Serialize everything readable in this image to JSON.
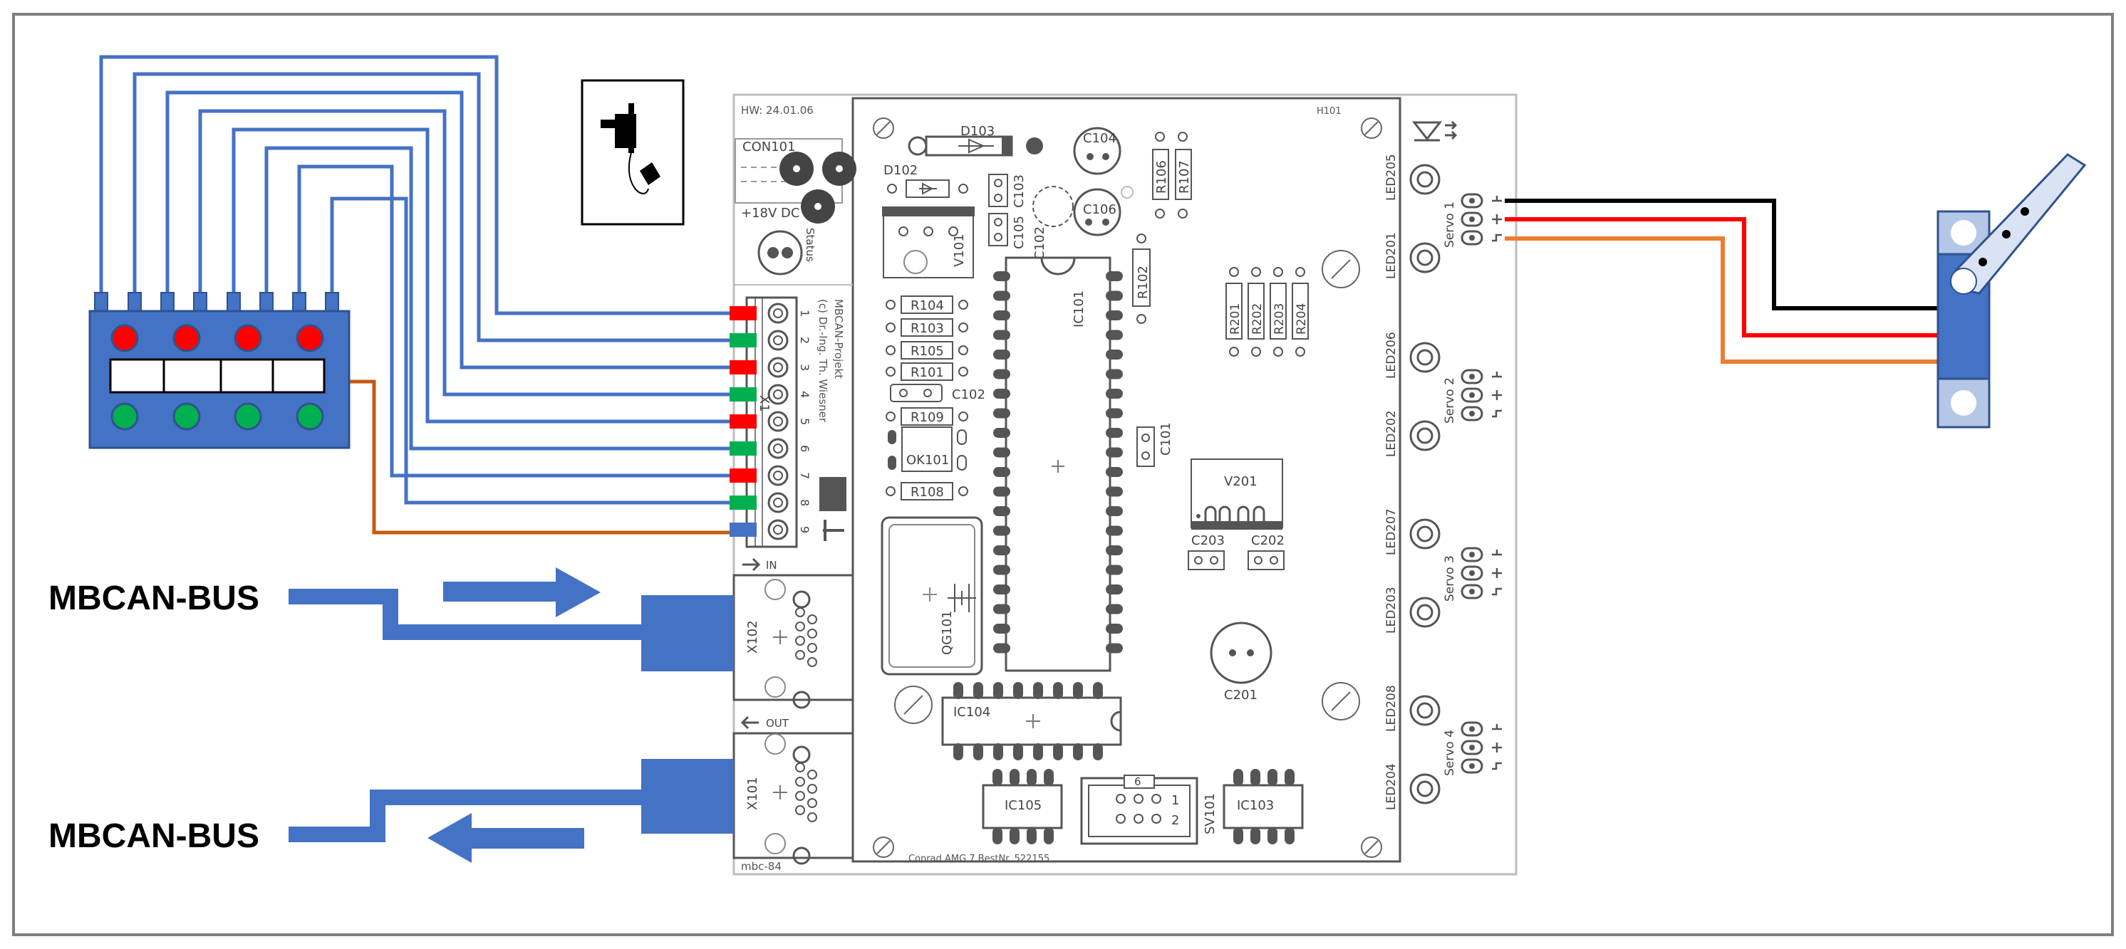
{
  "diagram": {
    "bus_in_label": "MBCAN-BUS",
    "bus_out_label": "MBCAN-BUS",
    "pcb": {
      "hw_version": "HW: 24.01.06",
      "board_id": "H101",
      "footer": "Conrad AMG 7 BestNr. 522155",
      "board_tag": "mbc-84",
      "project_line1": "MBCAN-Projekt",
      "project_line2": "(c) Dr.-Ing. Th. Wiesner",
      "power_label": "+18V DC",
      "status_label": "Status",
      "in_label": "IN",
      "out_label": "OUT",
      "terminal_numbers": [
        "1",
        "2",
        "3",
        "4",
        "5",
        "6",
        "7",
        "8",
        "9"
      ],
      "components": {
        "con101": "CON101",
        "d102": "D102",
        "d103": "D103",
        "c102": "C102",
        "c103": "C103",
        "c104": "C104",
        "c105": "C105",
        "c106": "C106",
        "r106": "R106",
        "r107": "R107",
        "r102": "R102",
        "v101": "V101",
        "r104": "R104",
        "r103": "R103",
        "r105": "R105",
        "r101": "R101",
        "c102b": "C102",
        "r109": "R109",
        "ok101": "OK101",
        "r108": "R108",
        "ic101": "IC101",
        "c101": "C101",
        "qg101": "QG101",
        "ic104": "IC104",
        "ic105": "IC105",
        "sv101": "SV101",
        "sv_pin6": "6",
        "sv_pin1": "1",
        "sv_pin2": "2",
        "ic103": "IC103",
        "x102": "X102",
        "x101": "X101",
        "r201": "R201",
        "r202": "R202",
        "r203": "R203",
        "r204": "R204",
        "v201": "V201",
        "c203": "C203",
        "c202": "C202",
        "c201": "C201"
      },
      "leds": [
        "LED205",
        "LED201",
        "LED206",
        "LED202",
        "LED207",
        "LED203",
        "LED208",
        "LED204"
      ],
      "servos": [
        "Servo 1",
        "Servo 2",
        "Servo 3",
        "Servo 4"
      ]
    },
    "colors": {
      "wire_blue": "#4472c4",
      "wire_brown": "#c55a11",
      "led_red": "#ff0000",
      "led_green": "#00b050",
      "servo_black": "#000000",
      "servo_red": "#ff0000",
      "servo_orange": "#ed7d31"
    },
    "icons": [
      "led-symbol-icon",
      "power-plug-icon",
      "servo-motor-icon",
      "arrow-right-icon",
      "arrow-left-icon"
    ]
  }
}
